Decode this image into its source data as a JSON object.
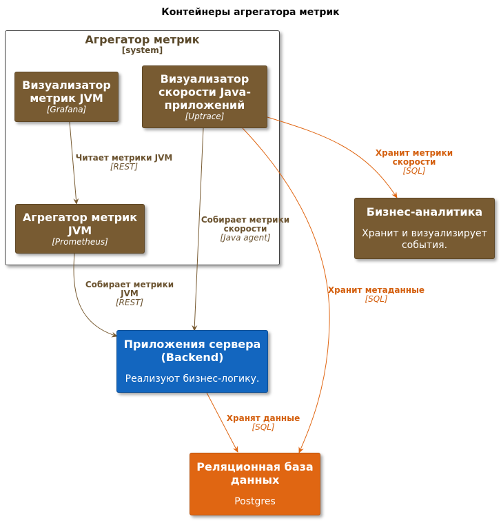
{
  "title": "Контейнеры агрегатора метрик",
  "boundary": {
    "title": "Агрегатор метрик",
    "type": "[system]"
  },
  "nodes": {
    "grafana": {
      "title": "Визуализатор метрик JVM",
      "tech": "[Grafana]"
    },
    "uptrace": {
      "title": "Визуализатор скорости Java-приложений",
      "tech": "[Uptrace]"
    },
    "prometheus": {
      "title": "Агрегатор метрик JVM",
      "tech": "[Prometheus]"
    },
    "bi": {
      "title": "Бизнес-аналитика",
      "desc": "Хранит и визуализирует события."
    },
    "backend": {
      "title": "Приложения сервера (Backend)",
      "desc": "Реализуют бизнес-логику."
    },
    "db": {
      "title": "Реляционная база данных",
      "desc": "Postgres"
    }
  },
  "edges": {
    "grafana_prometheus": {
      "label": "Читает метрики JVM",
      "tech": "[REST]"
    },
    "uptrace_backend": {
      "label": "Собирает метрики скорости",
      "tech": "[Java agent]"
    },
    "uptrace_bi": {
      "label": "Хранит метрики скорости",
      "tech": "[SQL]"
    },
    "uptrace_db": {
      "label": "Хранит метаданные",
      "tech": "[SQL]"
    },
    "prometheus_backend": {
      "label": "Собирает метрики JVM",
      "tech": "[REST]"
    },
    "backend_db": {
      "label": "Хранят данные",
      "tech": "[SQL]"
    }
  },
  "colors": {
    "brown": "#785b32",
    "blue": "#1366bf",
    "orange": "#e06612"
  }
}
